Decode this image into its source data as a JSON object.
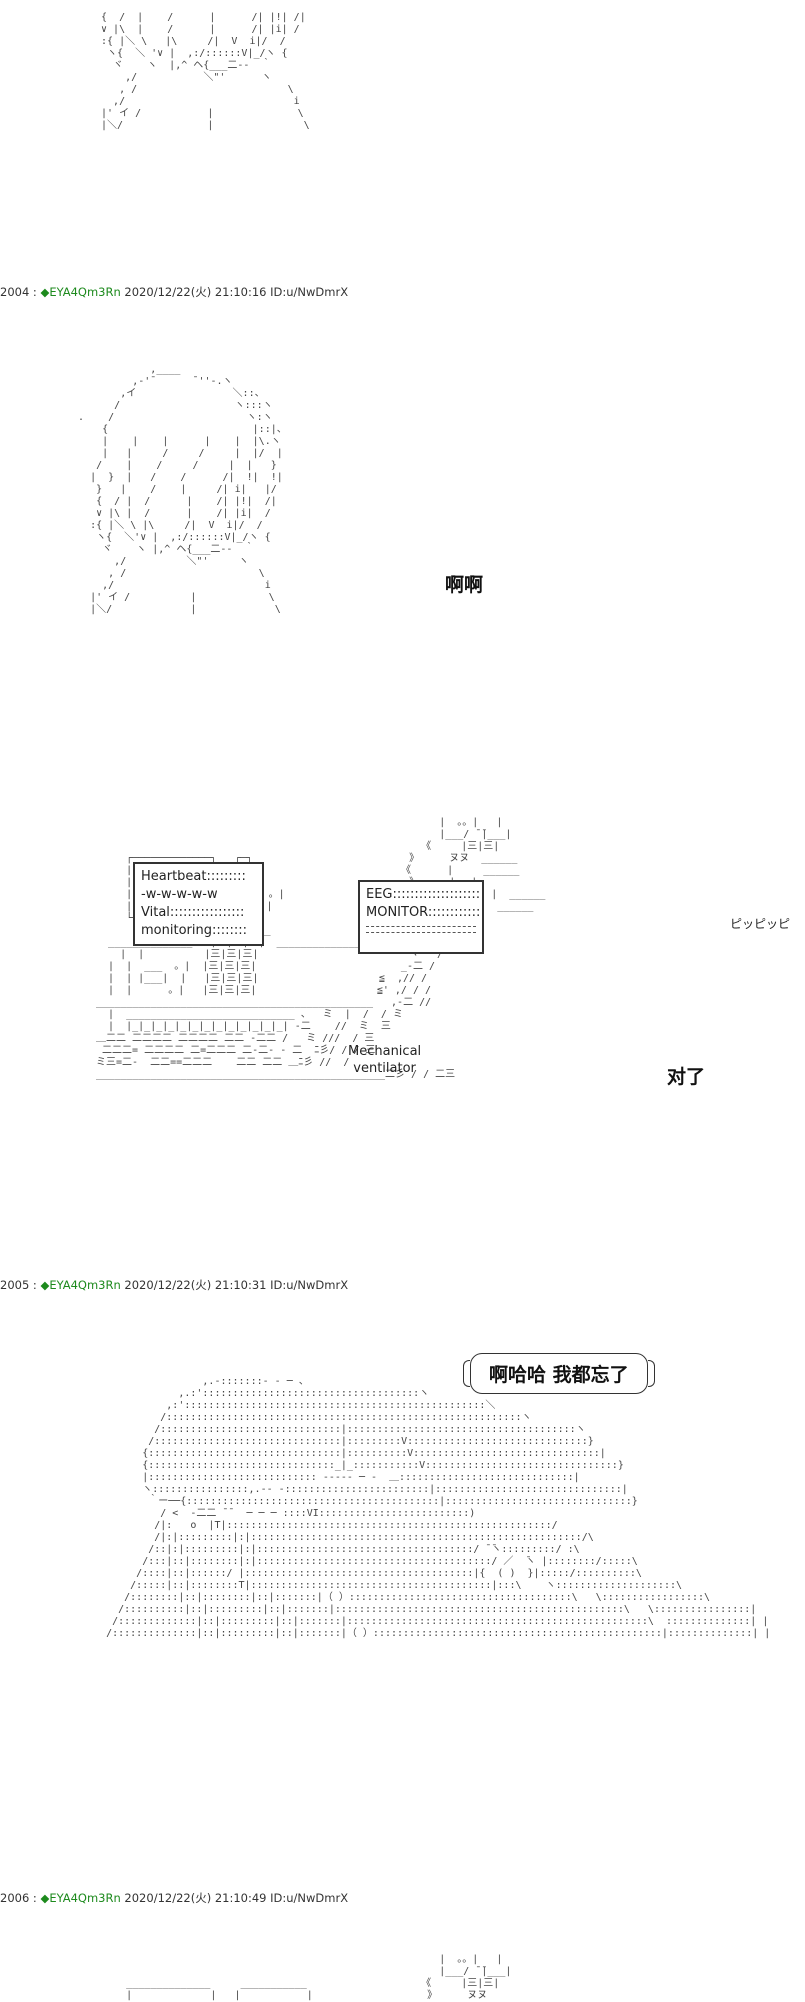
{
  "posts": [
    {
      "number": "2004",
      "trip": "EYA4Qm3Rn",
      "datetime": "2020/12/22(火) 21:10:16",
      "id": "ID:u/NwDmrX"
    },
    {
      "number": "2005",
      "trip": "EYA4Qm3Rn",
      "datetime": "2020/12/22(火) 21:10:31",
      "id": "ID:u/NwDmrX"
    },
    {
      "number": "2006",
      "trip": "EYA4Qm3Rn",
      "datetime": "2020/12/22(火) 21:10:49",
      "id": "ID:u/NwDmrX"
    }
  ],
  "separator": " : ",
  "diamond": "◆",
  "dialog": {
    "aa": "啊啊",
    "right": "对了",
    "forgot": "啊哈哈 我都忘了"
  },
  "sfx": {
    "beep": "ピッピッピ"
  },
  "monitors": {
    "left": [
      "Heartbeat:::::::::",
      "-w-w-w-w-w",
      "Vital:::::::::::::::::",
      "monitoring::::::::"
    ],
    "eeg": [
      "EEG::::::::::::::::::::",
      "MONITOR::::::::::::"
    ],
    "ventilator": [
      "Mechanical",
      "ventilator"
    ]
  }
}
